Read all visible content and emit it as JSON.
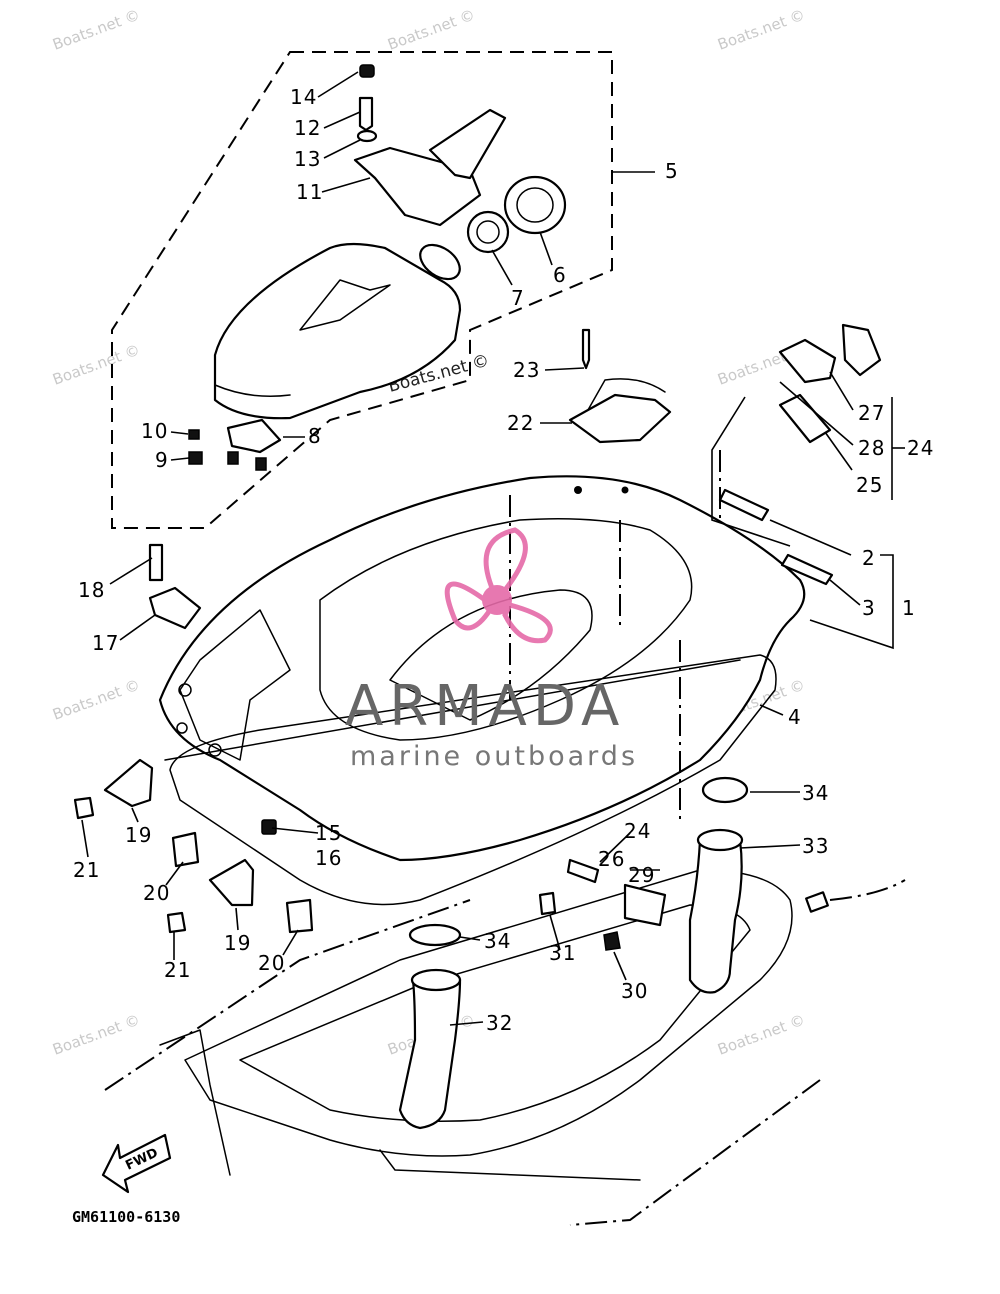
{
  "figure_code": "GM61100-6130",
  "fwd_label": "FWD",
  "watermark_text": "Boats.net ©",
  "logo": {
    "brand": "ARMADA",
    "tagline": "marine outboards",
    "color": "#e56aa8"
  },
  "callouts": {
    "c1": "1",
    "c2": "2",
    "c3": "3",
    "c4": "4",
    "c5": "5",
    "c6": "6",
    "c7": "7",
    "c8": "8",
    "c9": "9",
    "c10": "10",
    "c11": "11",
    "c12": "12",
    "c13": "13",
    "c14": "14",
    "c15": "15",
    "c16": "16",
    "c17": "17",
    "c18": "18",
    "c19a": "19",
    "c19b": "19",
    "c20a": "20",
    "c20b": "20",
    "c21a": "21",
    "c21b": "21",
    "c22": "22",
    "c23": "23",
    "c24a": "24",
    "c24b": "24",
    "c25": "25",
    "c26": "26",
    "c27": "27",
    "c28": "28",
    "c29": "29",
    "c30": "30",
    "c31": "31",
    "c32": "32",
    "c33": "33",
    "c34a": "34",
    "c34b": "34"
  }
}
